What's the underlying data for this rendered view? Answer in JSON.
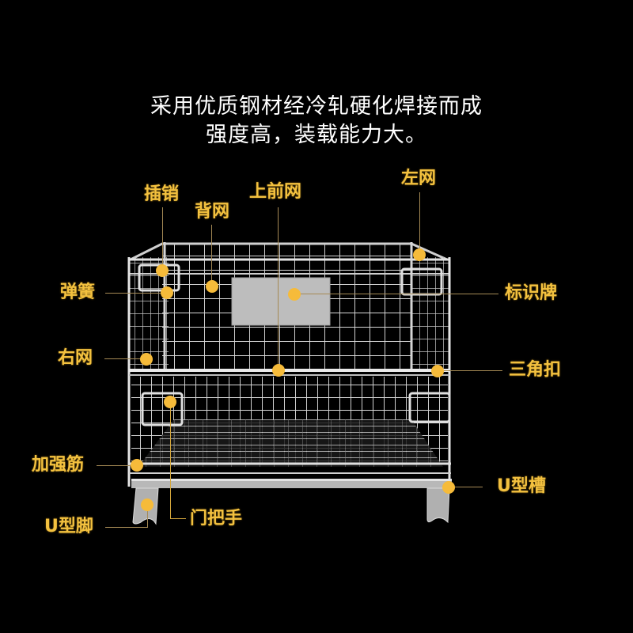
{
  "headline": {
    "line1": "采用优质钢材经冷轧硬化焊接而成",
    "line2": "强度高，装载能力大。"
  },
  "colors": {
    "background": "#000000",
    "label": "#f3c13f",
    "dot": "#f6bb3a",
    "leader_line": "#a58a55",
    "headline": "#ffffff",
    "wire": "#d8d8d8"
  },
  "labels": {
    "pin": "插销",
    "back_mesh": "背网",
    "upper_front_mesh": "上前网",
    "left_mesh": "左网",
    "spring": "弹簧",
    "id_plate": "标识牌",
    "right_mesh": "右网",
    "triangle_clip": "三角扣",
    "reinforcing_rib": "加强筋",
    "u_channel": "U型槽",
    "u_foot": "U型脚",
    "door_handle": "门把手"
  }
}
